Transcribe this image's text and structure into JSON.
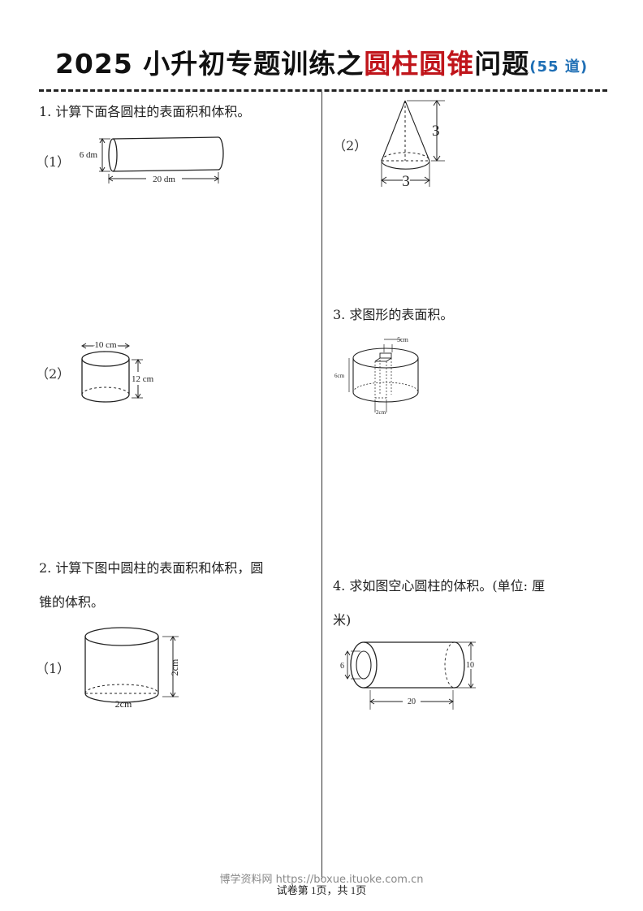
{
  "header": {
    "title_prefix": "2025 小升初专题训练之",
    "title_red": "圆柱圆锥",
    "title_suffix": "问题",
    "title_count": "(55 道)"
  },
  "q1": {
    "text": "1. 计算下面各圆柱的表面积和体积。",
    "part1": {
      "label": "（1）",
      "height_label": "6 dm",
      "length_label": "20 dm"
    },
    "part2": {
      "label": "（2）",
      "diameter_label": "10 cm",
      "height_label": "12 cm"
    }
  },
  "q1_cont": {
    "part2": {
      "label": "（2）",
      "height_label": "3",
      "diameter_label": "3"
    }
  },
  "q2": {
    "line1": "2. 计算下图中圆柱的表面积和体积，圆",
    "line2": "锥的体积。",
    "part1": {
      "label": "（1）",
      "height_label": "2cm",
      "diameter_label": "2cm"
    }
  },
  "q3": {
    "text": "3. 求图形的表面积。",
    "labels": {
      "top": "5cm",
      "side": "6cm",
      "bottom": "2cm"
    }
  },
  "q4": {
    "line1": "4. 求如图空心圆柱的体积。(单位: 厘",
    "line2": "米)",
    "labels": {
      "inner": "6",
      "outer": "10",
      "length": "20"
    }
  },
  "watermark": "博学资料网 https://boxue.ituoke.com.cn",
  "footer": "试卷第 1页，共 1页"
}
